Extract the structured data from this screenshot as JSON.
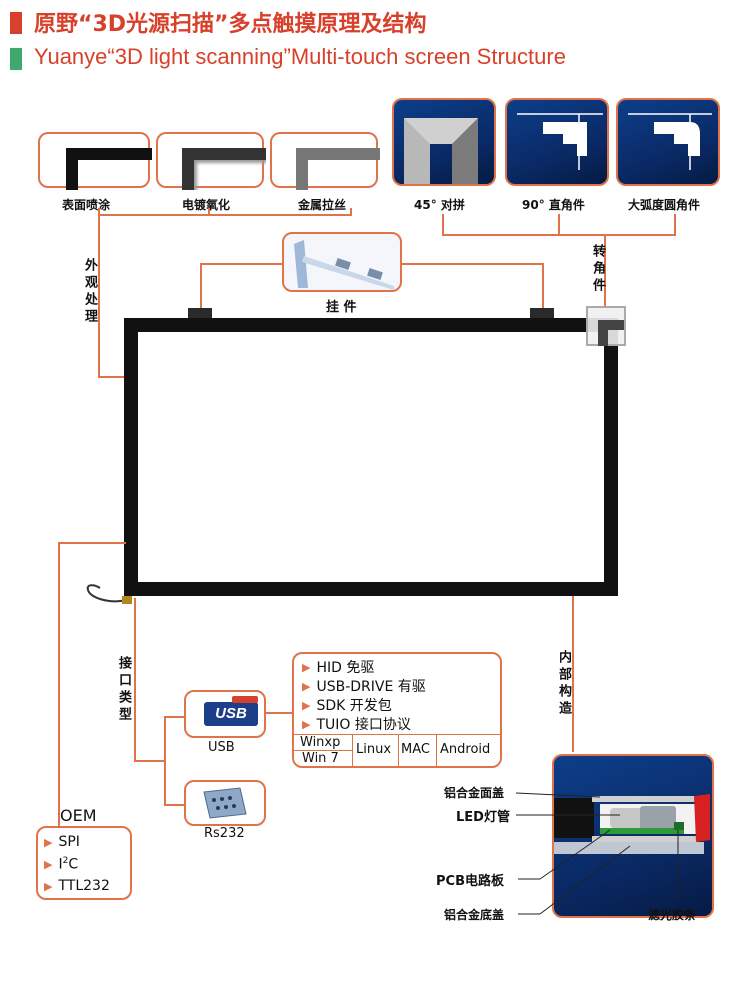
{
  "title": {
    "cn": "原野“3D光源扫描”多点触摸原理及结构",
    "en": "Yuanye“3D light scanning”Multi-touch screen Structure"
  },
  "finishes": {
    "label": "外观处理",
    "items": [
      "表面喷涂",
      "电镀氧化",
      "金属拉丝"
    ]
  },
  "corners": {
    "items": [
      "45° 对拼",
      "90° 直角件",
      "大弧度圆角件"
    ],
    "label": "转角件"
  },
  "hanger": {
    "label": "挂 件"
  },
  "interface": {
    "label": "接口类型",
    "usb_label": "USB",
    "usb_logo": "USB",
    "rs232_label": "Rs232",
    "usb_features": [
      "HID 免驱",
      "USB-DRIVE 有驱",
      "SDK 开发包",
      "TUIO 接口协议"
    ],
    "os": {
      "winxp": "Winxp",
      "win7": "Win 7",
      "linux": "Linux",
      "mac": "MAC",
      "android": "Android"
    }
  },
  "oem": {
    "title": "OEM",
    "items": [
      "SPI",
      "I2C",
      "TTL232"
    ]
  },
  "internal": {
    "label": "内部构造",
    "parts": [
      "铝合金面盖",
      "LED灯管",
      "PCB电路板",
      "铝合金底盖",
      "滤光胶条"
    ]
  },
  "colors": {
    "accent": "#e0734a",
    "title": "#d7402a",
    "green": "#3fa86b",
    "frame": "#111111",
    "panel": "#0a2a66"
  }
}
